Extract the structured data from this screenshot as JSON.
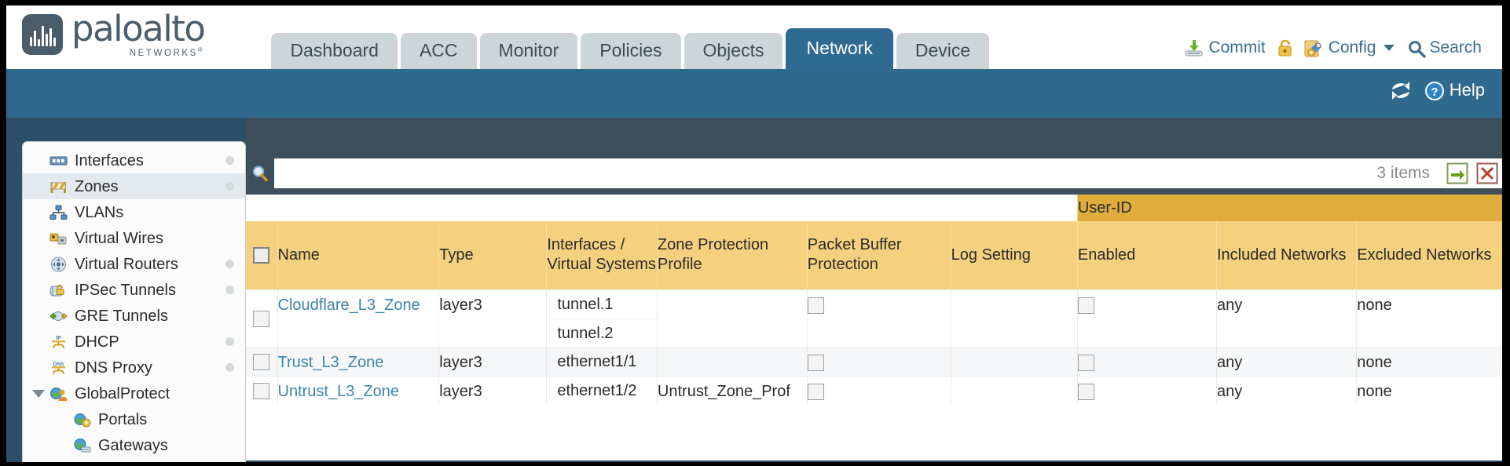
{
  "brand": {
    "name": "paloalto",
    "tagline": "NETWORKS",
    "registered": "®"
  },
  "nav": {
    "tabs": [
      {
        "label": "Dashboard",
        "active": false
      },
      {
        "label": "ACC",
        "active": false
      },
      {
        "label": "Monitor",
        "active": false
      },
      {
        "label": "Policies",
        "active": false
      },
      {
        "label": "Objects",
        "active": false
      },
      {
        "label": "Network",
        "active": true
      },
      {
        "label": "Device",
        "active": false
      }
    ]
  },
  "header_tools": {
    "commit": "Commit",
    "lock_icon": "lock-icon",
    "config": "Config",
    "search": "Search"
  },
  "band": {
    "refresh_icon": "refresh-icon",
    "help": "Help"
  },
  "sidebar": {
    "items": [
      {
        "label": "Interfaces",
        "icon": "interfaces-icon",
        "selected": false,
        "dot": true,
        "child": false,
        "expander": false
      },
      {
        "label": "Zones",
        "icon": "zones-icon",
        "selected": true,
        "dot": true,
        "child": false,
        "expander": false
      },
      {
        "label": "VLANs",
        "icon": "vlans-icon",
        "selected": false,
        "dot": false,
        "child": false,
        "expander": false
      },
      {
        "label": "Virtual Wires",
        "icon": "virtual-wires-icon",
        "selected": false,
        "dot": false,
        "child": false,
        "expander": false
      },
      {
        "label": "Virtual Routers",
        "icon": "virtual-routers-icon",
        "selected": false,
        "dot": true,
        "child": false,
        "expander": false
      },
      {
        "label": "IPSec Tunnels",
        "icon": "ipsec-tunnels-icon",
        "selected": false,
        "dot": true,
        "child": false,
        "expander": false
      },
      {
        "label": "GRE Tunnels",
        "icon": "gre-tunnels-icon",
        "selected": false,
        "dot": false,
        "child": false,
        "expander": false
      },
      {
        "label": "DHCP",
        "icon": "dhcp-icon",
        "selected": false,
        "dot": true,
        "child": false,
        "expander": false
      },
      {
        "label": "DNS Proxy",
        "icon": "dns-proxy-icon",
        "selected": false,
        "dot": true,
        "child": false,
        "expander": false
      },
      {
        "label": "GlobalProtect",
        "icon": "globalprotect-icon",
        "selected": false,
        "dot": false,
        "child": false,
        "expander": true
      },
      {
        "label": "Portals",
        "icon": "portals-icon",
        "selected": false,
        "dot": false,
        "child": true,
        "expander": false
      },
      {
        "label": "Gateways",
        "icon": "gateways-icon",
        "selected": false,
        "dot": false,
        "child": true,
        "expander": false
      }
    ]
  },
  "search": {
    "icon": "magnifier-icon",
    "value": "",
    "placeholder": "",
    "items_count": "3 items",
    "apply_icon": "green-arrow-icon",
    "clear_icon": "red-x-icon"
  },
  "table": {
    "group_header": "User-ID",
    "columns": [
      "Name",
      "Type",
      "Interfaces / Virtual Systems",
      "Zone Protection Profile",
      "Packet Buffer Protection",
      "Log Setting",
      "Enabled",
      "Included Networks",
      "Excluded Networks"
    ],
    "rows": [
      {
        "name": "Cloudflare_L3_Zone",
        "type": "layer3",
        "interfaces": [
          "tunnel.1",
          "tunnel.2"
        ],
        "zone_protection_profile": "",
        "packet_buffer_protection": false,
        "log_setting": "",
        "userid_enabled": false,
        "included_networks": "any",
        "excluded_networks": "none"
      },
      {
        "name": "Trust_L3_Zone",
        "type": "layer3",
        "interfaces": [
          "ethernet1/1"
        ],
        "zone_protection_profile": "",
        "packet_buffer_protection": false,
        "log_setting": "",
        "userid_enabled": false,
        "included_networks": "any",
        "excluded_networks": "none"
      },
      {
        "name": "Untrust_L3_Zone",
        "type": "layer3",
        "interfaces": [
          "ethernet1/2"
        ],
        "zone_protection_profile": "Untrust_Zone_Prof",
        "packet_buffer_protection": false,
        "log_setting": "",
        "userid_enabled": false,
        "included_networks": "any",
        "excluded_networks": "none"
      }
    ]
  },
  "colors": {
    "brand_slate": "#4a5d6b",
    "tab_active": "#2f6a92",
    "tab_inactive": "#ccd6d9",
    "band_teal": "#2f6a8e",
    "rail_dark": "#2d5069",
    "toolbar_dark": "#3e4f5c",
    "header_amber": "#f5d07e",
    "group_amber": "#e0ad3c",
    "link_blue": "#3c84a8"
  }
}
